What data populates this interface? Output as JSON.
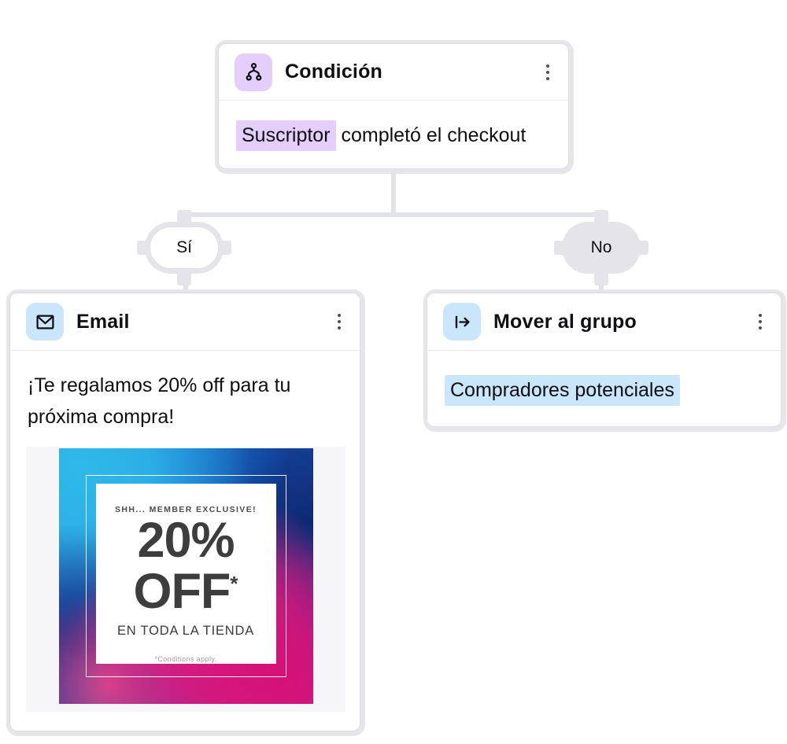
{
  "canvas": {
    "background": "#ffffff",
    "connector_color": "#e2e3e8",
    "halo_color": "#e6e6ea"
  },
  "nodes": {
    "condition": {
      "title": "Condición",
      "icon": "split-icon",
      "icon_bg": "#e4cefb",
      "highlighted_text": "Suscriptor",
      "highlight_bg": "#e4cefb",
      "text_rest": " completó el checkout",
      "menu_icon": "kebab-menu-icon"
    },
    "email": {
      "title": "Email",
      "icon": "email-icon",
      "icon_bg": "#c9e6fb",
      "body_text": "¡Te regalamos 20% off para tu próxima compra!",
      "menu_icon": "kebab-menu-icon",
      "promo": {
        "eyebrow": "SHH... MEMBER EXCLUSIVE!",
        "headline_line1": "20%",
        "headline_line2": "OFF",
        "headline_asterisk": "*",
        "subline": "EN TODA LA TIENDA",
        "fineprint": "*Conditions apply.",
        "colors": {
          "blue": "#1f8ade",
          "navy": "#17277d",
          "magenta": "#e01a80",
          "cyan": "#2fb9ea"
        }
      }
    },
    "move_group": {
      "title": "Mover al grupo",
      "icon": "move-to-group-icon",
      "icon_bg": "#c9e6fb",
      "group_name": "Compradores potenciales",
      "group_highlight_bg": "#c9e6fb",
      "menu_icon": "kebab-menu-icon"
    }
  },
  "branches": {
    "yes_label": "Sí",
    "no_label": "No"
  }
}
